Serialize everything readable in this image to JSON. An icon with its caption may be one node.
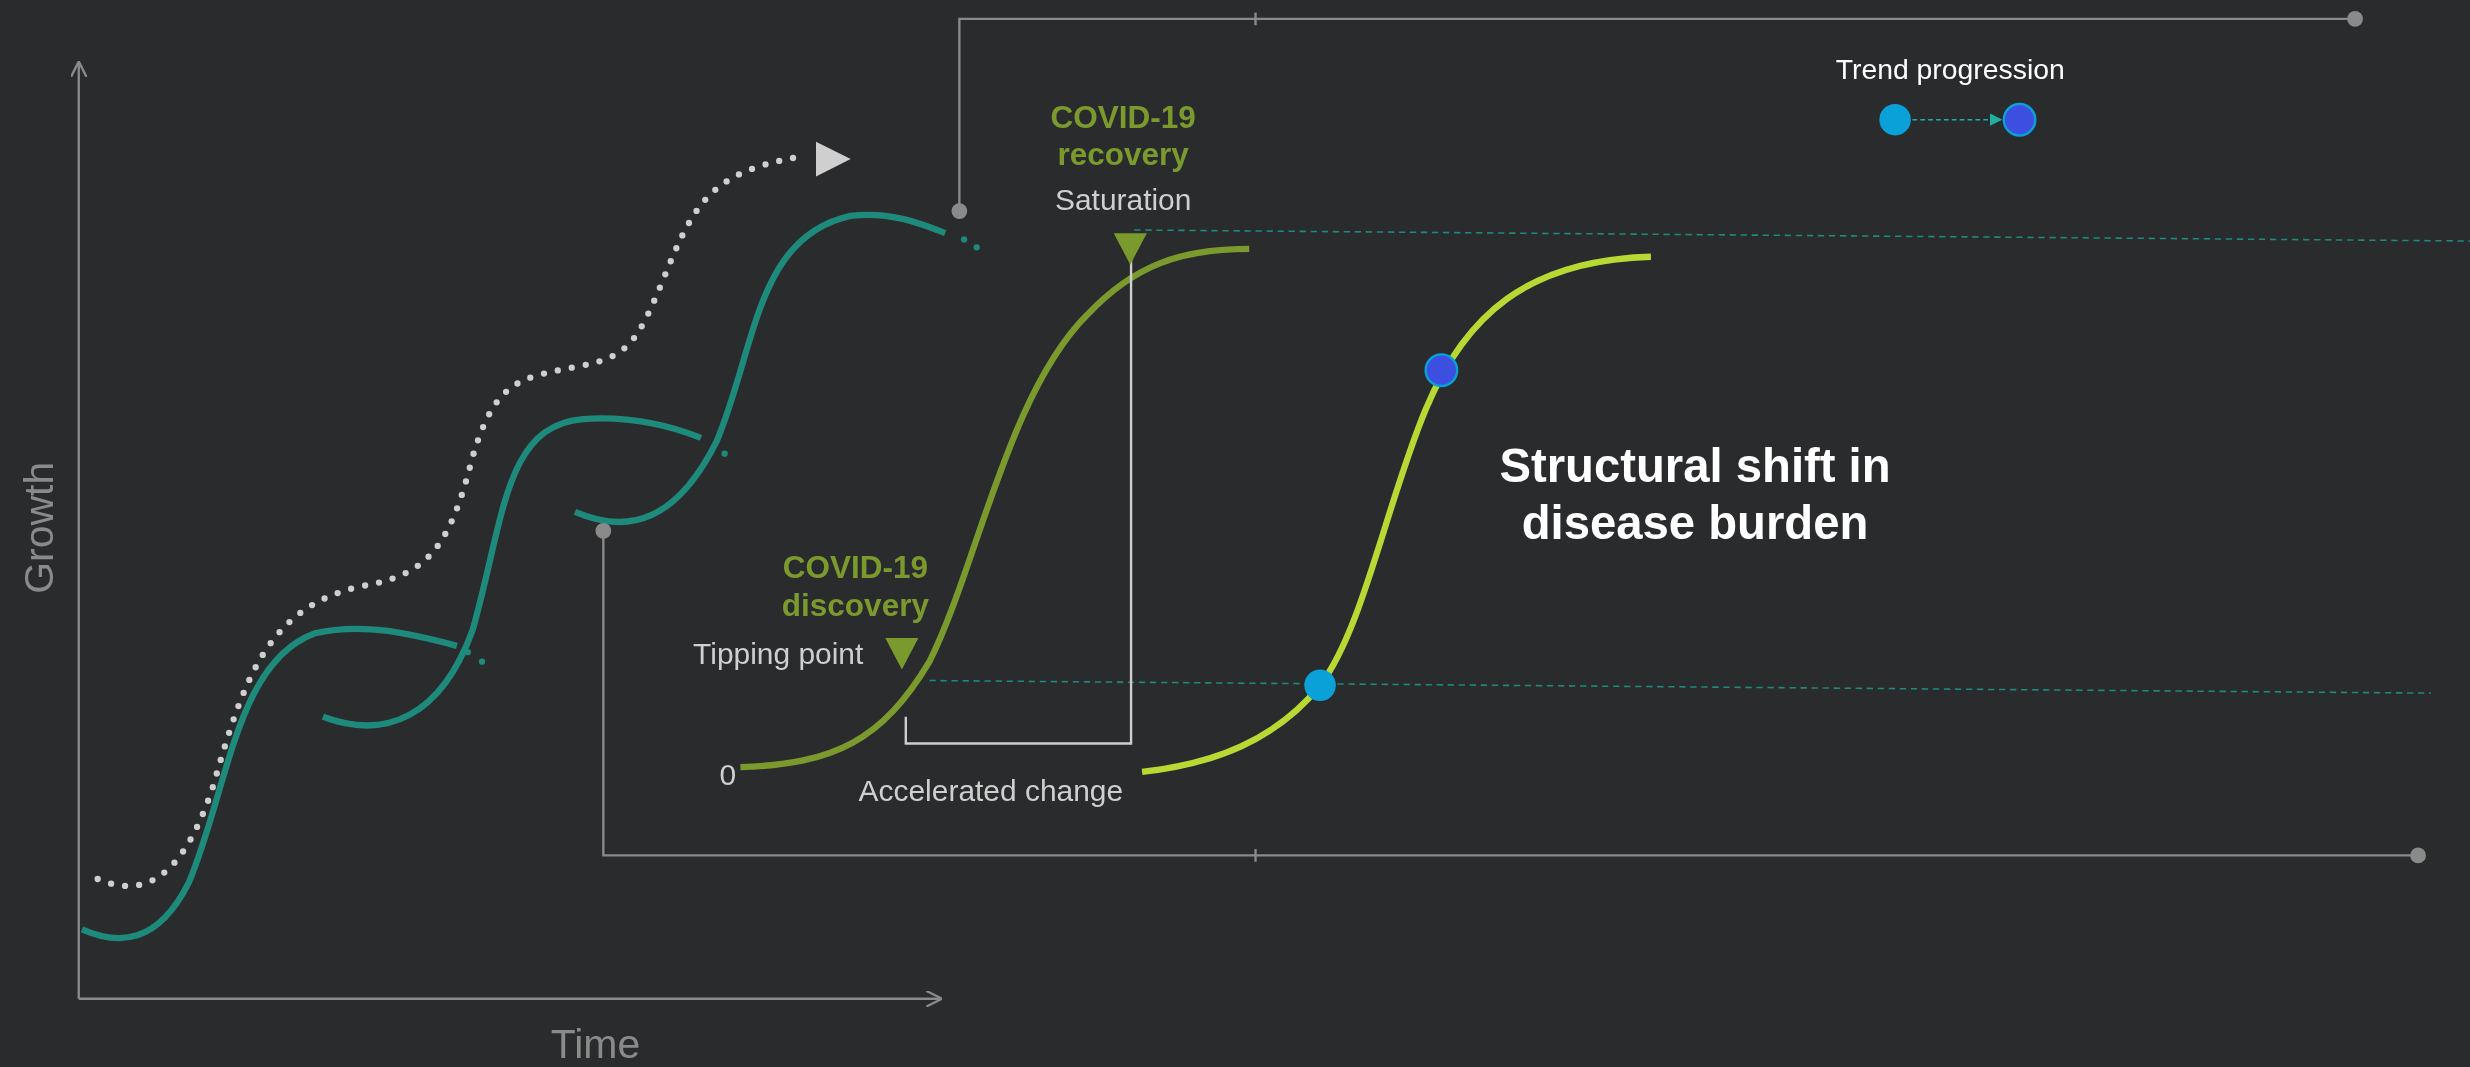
{
  "diagram": {
    "labels": [
      "Growth",
      "Time",
      "COVID-19 recovery",
      "Saturation",
      "COVID-19 discovery",
      "Tipping point",
      "0",
      "Accelerated change",
      "Structural shift in disease burden"
    ],
    "legend": [
      {
        "text": "Trend progression"
      }
    ]
  }
}
